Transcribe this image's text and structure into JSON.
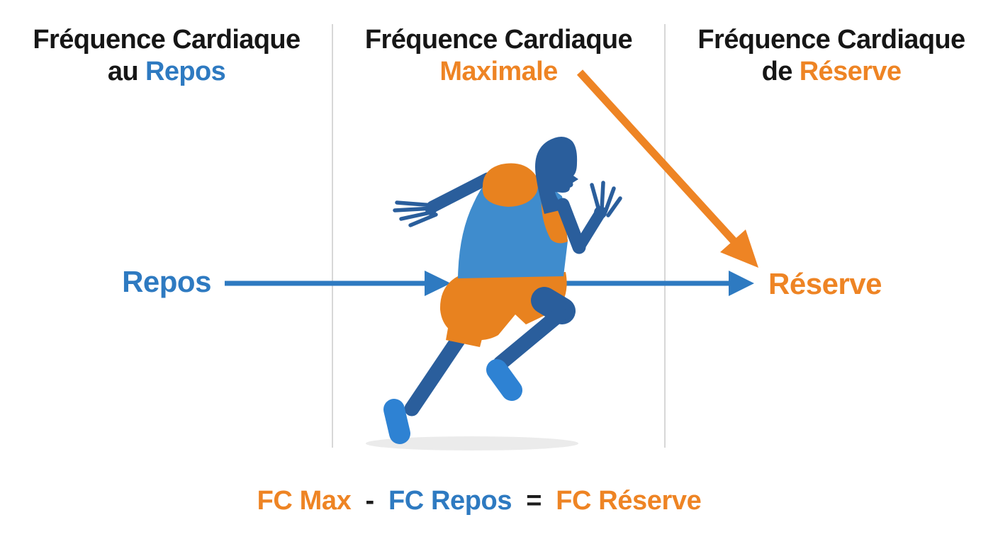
{
  "columns": [
    {
      "line1": "Fréquence Cardiaque",
      "prefix": "au ",
      "highlight": "Repos",
      "highlight_color": "#2e7ac1"
    },
    {
      "line1": "Fréquence Cardiaque",
      "prefix": "",
      "highlight": "Maximale",
      "highlight_color": "#ee8424"
    },
    {
      "line1": "Fréquence Cardiaque",
      "prefix": "de ",
      "highlight": "Réserve",
      "highlight_color": "#ee8424"
    }
  ],
  "labels": {
    "repos": "Repos",
    "reserve": "Réserve"
  },
  "formula": {
    "fc_max": "FC Max",
    "minus": "-",
    "fc_repos": "FC Repos",
    "equals": "=",
    "fc_reserve": "FC Réserve"
  },
  "graphics": {
    "illustration": "runner-sprinting-illustration",
    "arrows": [
      "repos-horizontal-arrow",
      "reserve-horizontal-arrow",
      "maximale-to-reserve-diagonal-arrow"
    ]
  },
  "colors": {
    "text_dark": "#161616",
    "blue": "#2e7ac1",
    "orange": "#ee8424",
    "runner_dark_blue": "#2a5e9c",
    "runner_tank_blue": "#3f8ccd",
    "runner_shoe_blue": "#2e82d3",
    "runner_orange": "#e8821f",
    "divider_gray": "#d7d7d7",
    "shadow_gray": "#ebebeb"
  }
}
